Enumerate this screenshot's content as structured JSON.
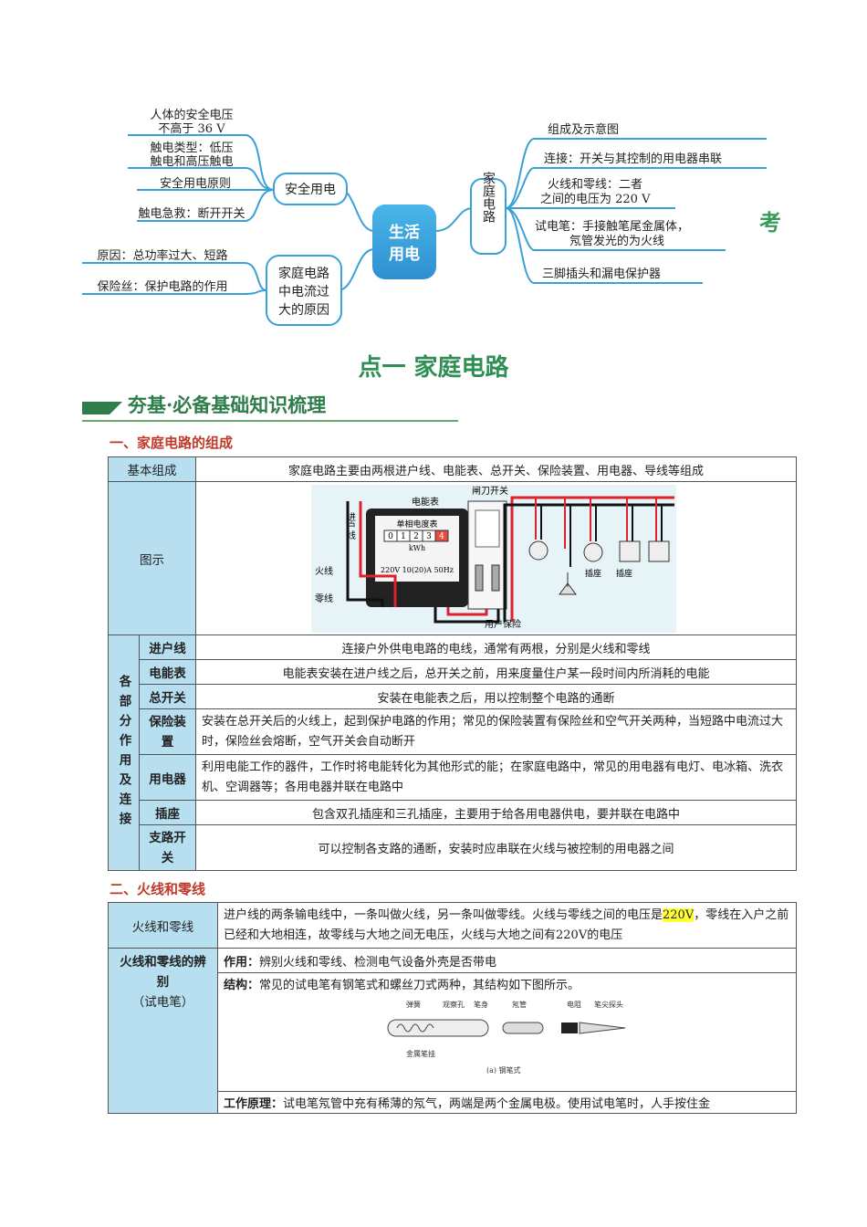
{
  "mindmap": {
    "center": [
      "生活",
      "用电"
    ],
    "left_top_branch": "安全用电",
    "left_top_leaves": [
      "人体的安全电压",
      "不高于 36 V",
      "触电类型：低压",
      "触电和高压触电",
      "安全用电原则",
      "触电急救：断开开关"
    ],
    "left_bottom_branch": [
      "家庭电路",
      "中电流过",
      "大的原因"
    ],
    "left_bottom_leaves": [
      "原因：总功率过大、短路",
      "保险丝：保护电路的作用"
    ],
    "right_branch": "家庭电路",
    "right_leaves": [
      "组成及示意图",
      "连接：开关与其控制的用电器串联",
      "火线和零线：二者",
      "之间的电压为 220 V",
      "试电笔：手接触笔尾金属体，",
      "氖管发光的为火线",
      "三脚插头和漏电保护器"
    ],
    "edge_char": "考"
  },
  "section_title": "点一  家庭电路",
  "banner": "夯基·必备基础知识梳理",
  "part1": {
    "heading": "一、家庭电路的组成",
    "basic_label": "基本组成",
    "basic_text": "家庭电路主要由两根进户线、电能表、总开关、保险装置、用电器、导线等组成",
    "diagram_label": "图示",
    "diagram": {
      "inlet": "进户线",
      "meter": "电能表",
      "meter_title": "单相电度表",
      "digits": [
        "0",
        "1",
        "2",
        "3",
        "4"
      ],
      "unit": "kWh",
      "rating": "220V 10(20)A 50Hz",
      "switch": "闸刀开关",
      "live": "火线",
      "neutral": "零线",
      "fuse": "用户保险",
      "socket1": "插座",
      "socket2": "插座"
    },
    "group_label": "各部分作用及连接",
    "rows": [
      {
        "name": "进户线",
        "text": "连接户外供电电路的电线，通常有两根，分别是火线和零线"
      },
      {
        "name": "电能表",
        "text": "电能表安装在进户线之后，总开关之前，用来度量住户某一段时间内所消耗的电能"
      },
      {
        "name": "总开关",
        "text": "安装在电能表之后，用以控制整个电路的通断"
      },
      {
        "name": "保险装置",
        "text": "安装在总开关后的火线上，起到保护电路的作用；常见的保险装置有保险丝和空气开关两种，当短路中电流过大时，保险丝会熔断，空气开关会自动断开"
      },
      {
        "name": "用电器",
        "text": "利用电能工作的器件，工作时将电能转化为其他形式的能；在家庭电路中，常见的用电器有电灯、电冰箱、洗衣机、空调器等；各用电器并联在电路中"
      },
      {
        "name": "插座",
        "text": "包含双孔插座和三孔插座，主要用于给各用电器供电，要并联在电路中"
      },
      {
        "name": "支路开关",
        "text": "可以控制各支路的通断，安装时应串联在火线与被控制的用电器之间"
      }
    ]
  },
  "part2": {
    "heading": "二、火线和零线",
    "row1_label": "火线和零线",
    "row1_text_a": "进户线的两条输电线中，一条叫做火线，另一条叫做零线。火线与零线之间的电压是",
    "row1_highlight": "220V",
    "row1_text_b": "，零线在入户之前已经和大地相连，故零线与大地之间无电压，火线与大地之间有220V的电压",
    "row2_label": [
      "火线和零线的辨别",
      "（试电笔）"
    ],
    "use_key": "作用：",
    "use_text": "辨别火线和零线、检测电气设备外壳是否带电",
    "struct_key": "结构：",
    "struct_text": "常见的试电笔有钢笔式和螺丝刀式两种，其结构如下图所示。",
    "pen": {
      "spring": "弹簧",
      "window": "观察孔",
      "body": "笔身",
      "neon": "氖管",
      "resistor": "电阻",
      "tip": "笔尖探头",
      "clip": "金属笔挂",
      "caption": "(a) 钢笔式"
    },
    "principle_key": "工作原理：",
    "principle_text": "试电笔氖管中充有稀薄的氖气，两端是两个金属电极。使用试电笔时，人手按住金"
  }
}
